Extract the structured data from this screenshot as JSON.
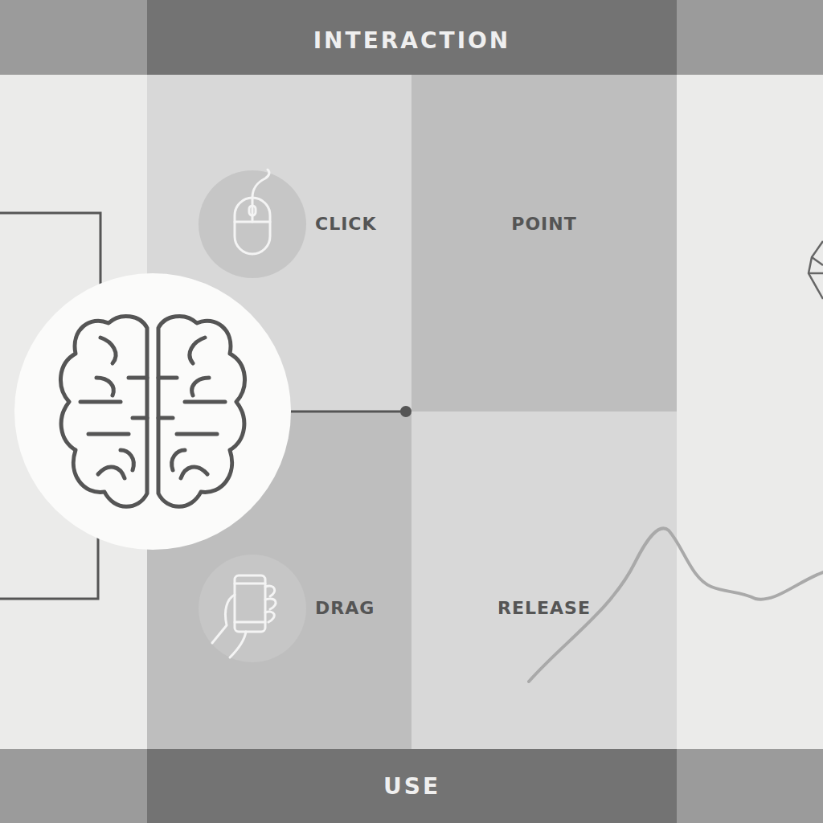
{
  "diagram": {
    "nodes": [
      {
        "text": [
          "INTERACTION"
        ]
      },
      {
        "text": [
          "CLICK"
        ]
      },
      {
        "text": [
          "POINT"
        ]
      },
      {
        "text": [
          "DRAG"
        ]
      },
      {
        "text": [
          "RELEASE"
        ]
      },
      {
        "text": [
          "USE"
        ]
      }
    ]
  }
}
